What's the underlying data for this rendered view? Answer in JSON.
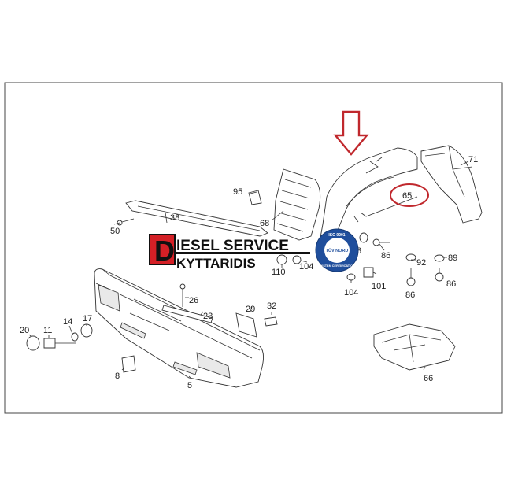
{
  "logo": {
    "initial": "D",
    "line1": "IESEL SERVICE",
    "line2": "KYTTARIDIS",
    "brand_color": "#d42026"
  },
  "certification_badge": {
    "top_text": "ISO 9001",
    "middle_text": "TÜV NORD",
    "bottom_text": "SYSTEM CERTIFICATION",
    "color": "#1f4e9c"
  },
  "highlight": {
    "part_number": "65",
    "color": "#c0282d"
  },
  "part_numbers": {
    "p95": "95",
    "p68": "68",
    "p38": "38",
    "p50": "50",
    "p71": "71",
    "p65": "65",
    "p86a": "86",
    "p92": "92",
    "p89": "89",
    "p86b": "86",
    "p86c": "86",
    "p101": "101",
    "p104a": "104",
    "p104b": "104",
    "p110": "110",
    "p8a": "8",
    "p26": "26",
    "p23": "23",
    "p29": "29",
    "p32": "32",
    "p20": "20",
    "p11": "11",
    "p14": "14",
    "p17": "17",
    "p8b": "8",
    "p5": "5",
    "p66": "66"
  }
}
